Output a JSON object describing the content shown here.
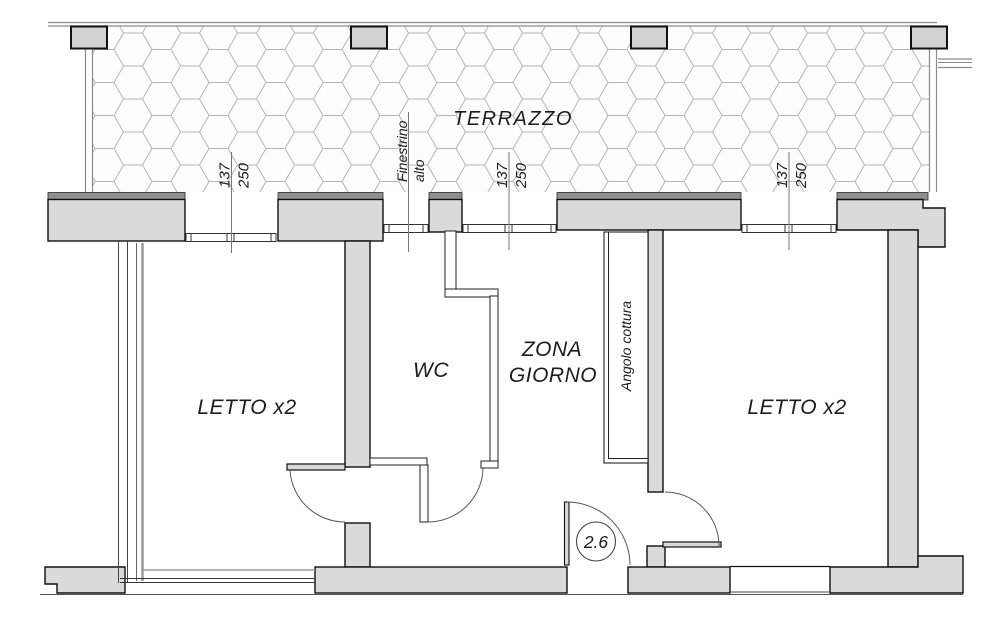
{
  "document": {
    "type": "floor-plan"
  },
  "labels": {
    "terrace": "TERRAZZO",
    "bedroom_left": "LETTO x2",
    "bedroom_right": "LETTO x2",
    "wc": "WC",
    "living_line1": "ZONA",
    "living_line2": "GIORNO",
    "kitchen": "Angolo cottura",
    "ceiling_height": "2.6"
  },
  "dimensions": {
    "window_left": {
      "width": "137",
      "height": "250"
    },
    "window_living": {
      "width": "137",
      "height": "250"
    },
    "window_right": {
      "width": "137",
      "height": "250"
    },
    "small_window": {
      "label_line1": "Finestrino",
      "label_line2": "alto"
    }
  },
  "colors": {
    "wall_fill": "#dadada",
    "pillar_fill": "#d2d2d2",
    "terrace_edge": "#8f8f8f",
    "tile_line": "#b5b5b5",
    "outline": "#111111",
    "annotation_line": "#777777",
    "text": "#1c1c1c"
  }
}
